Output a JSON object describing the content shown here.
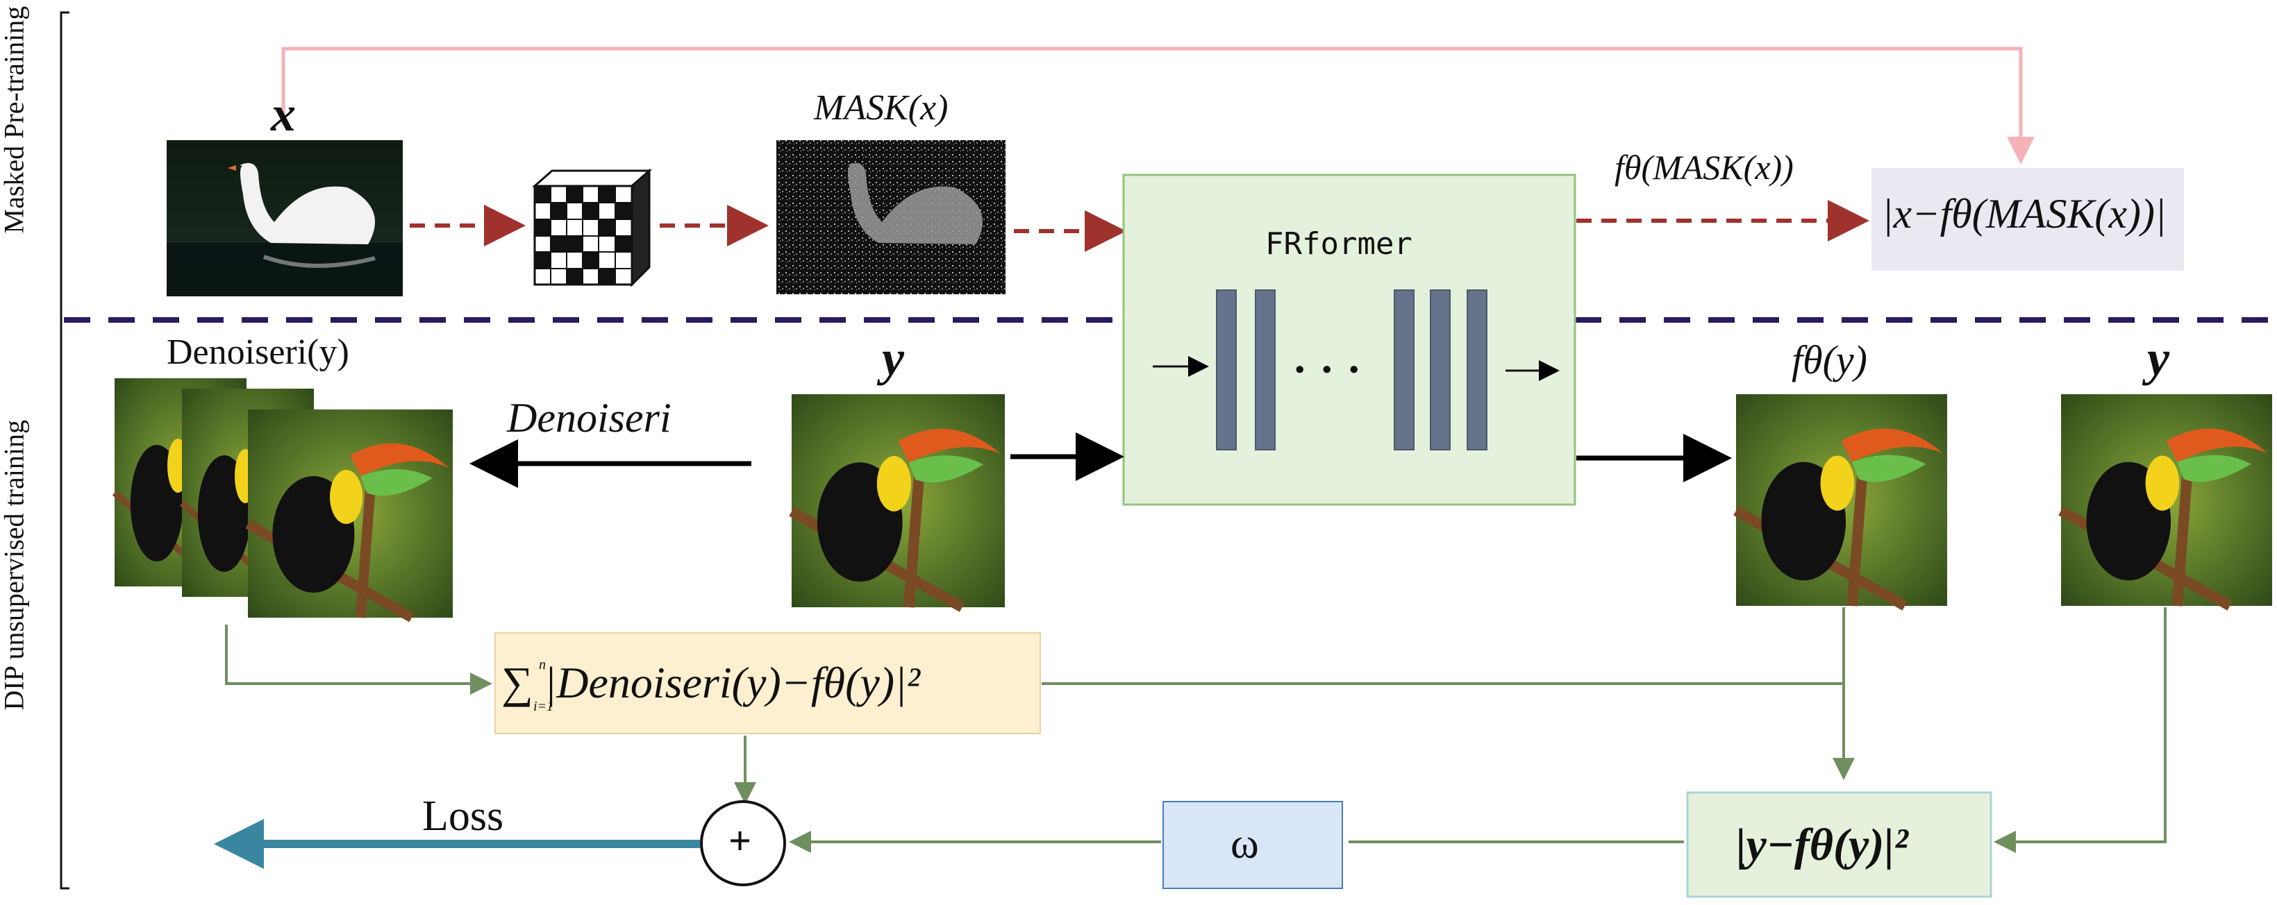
{
  "sections": {
    "top": "Masked Pre-training",
    "bottom": "DIP unsupervised training"
  },
  "top_row": {
    "input_label": "x",
    "mask_output_label": "MASK(x)",
    "output_label": "fθ(MASK(x))",
    "loss_box": "|x−fθ(MASK(x))|"
  },
  "model": {
    "name": "FRformer",
    "ellipsis": "· · ·"
  },
  "bottom_row": {
    "denoisers_label": "Denoiseri(y)",
    "denoiser_arrow_label": "Denoiseri",
    "input_label": "y",
    "output_label": "fθ(y)",
    "target_label": "y",
    "sum_loss_box": "∑ |Denoiseri(y)−fθ(y)|²",
    "sum_limits_top": "n",
    "sum_limits_bottom": "i=1",
    "recon_loss_box": "|y−fθ(y)|²",
    "weight_box": "ω",
    "plus": "+",
    "loss_label": "Loss"
  },
  "colors": {
    "mask_arrow": "#a0322d",
    "pink_line": "#f4b3b8",
    "green_line": "#6f8f5f",
    "loss_arrow": "#3a86a0",
    "dashed_divider": "#2a1a5e",
    "model_fill": "#e4f1dc",
    "model_border": "#93c47d",
    "block_fill": "#66738a",
    "loss_box_fill": "#eae8f0",
    "sum_box_fill": "#fdf0d0",
    "weight_box_fill": "#d8e6f8",
    "recon_box_fill": "#e6f1dc"
  }
}
